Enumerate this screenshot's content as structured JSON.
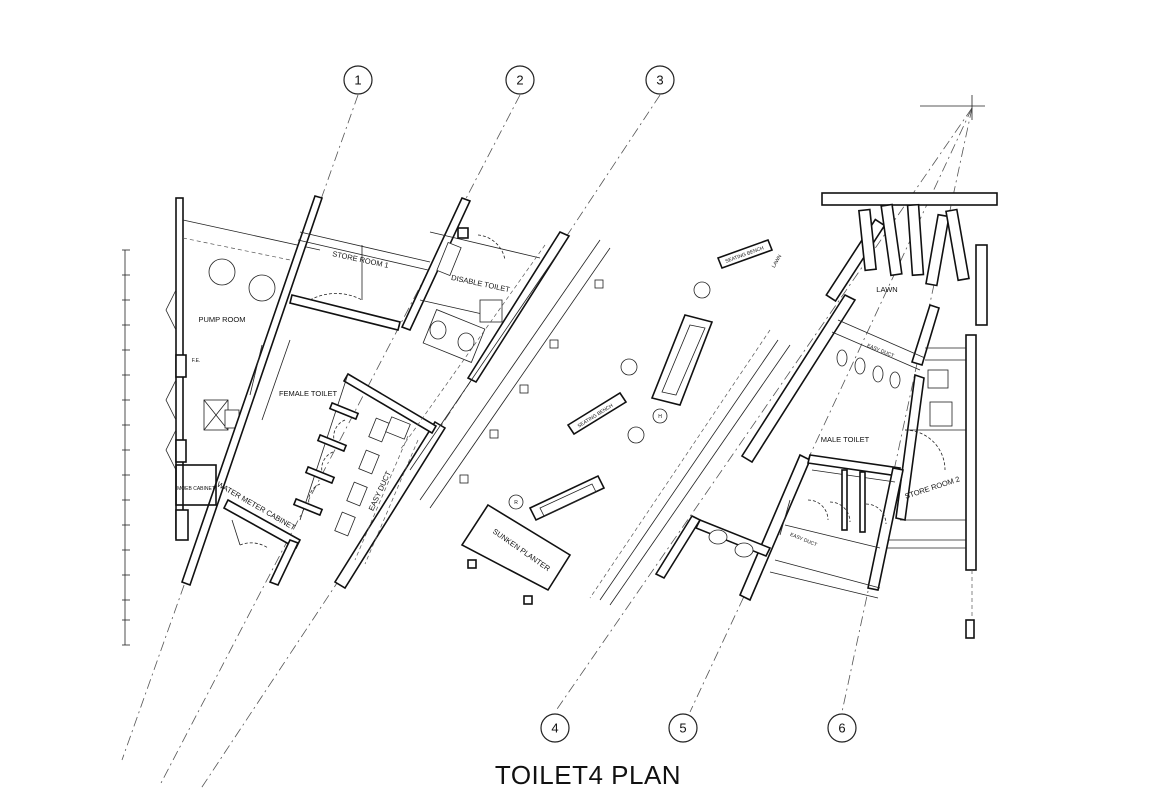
{
  "title": "TOILET4 PLAN",
  "grid_labels": [
    "1",
    "2",
    "3",
    "4",
    "5",
    "6"
  ],
  "rooms": {
    "store_room_1": "STORE ROOM 1",
    "disable_toilet": "DISABLE TOILET",
    "pump_room": "PUMP ROOM",
    "female_toilet": "FEMALE TOILET",
    "easy_duct_female": "EASY DUCT",
    "water_meter_cabinet": "WATER METER CABINET",
    "moe_cabinet": "MOEB CABINET",
    "seating_bench_1": "SEATING BENCH",
    "seating_bench_2": "SEATING BENCH",
    "lawn_1": "LAWN",
    "lawn_2": "LAWN",
    "sunken_planter": "SUNKEN PLANTER",
    "easy_duct_male_top": "EASY DUCT",
    "male_toilet": "MALE TOILET",
    "store_room_2": "STORE ROOM 2",
    "easy_duct_male_bottom": "EASY DUCT"
  },
  "markers": {
    "fe_label": "F.E.",
    "marker_r": "R",
    "marker_h": "H"
  }
}
